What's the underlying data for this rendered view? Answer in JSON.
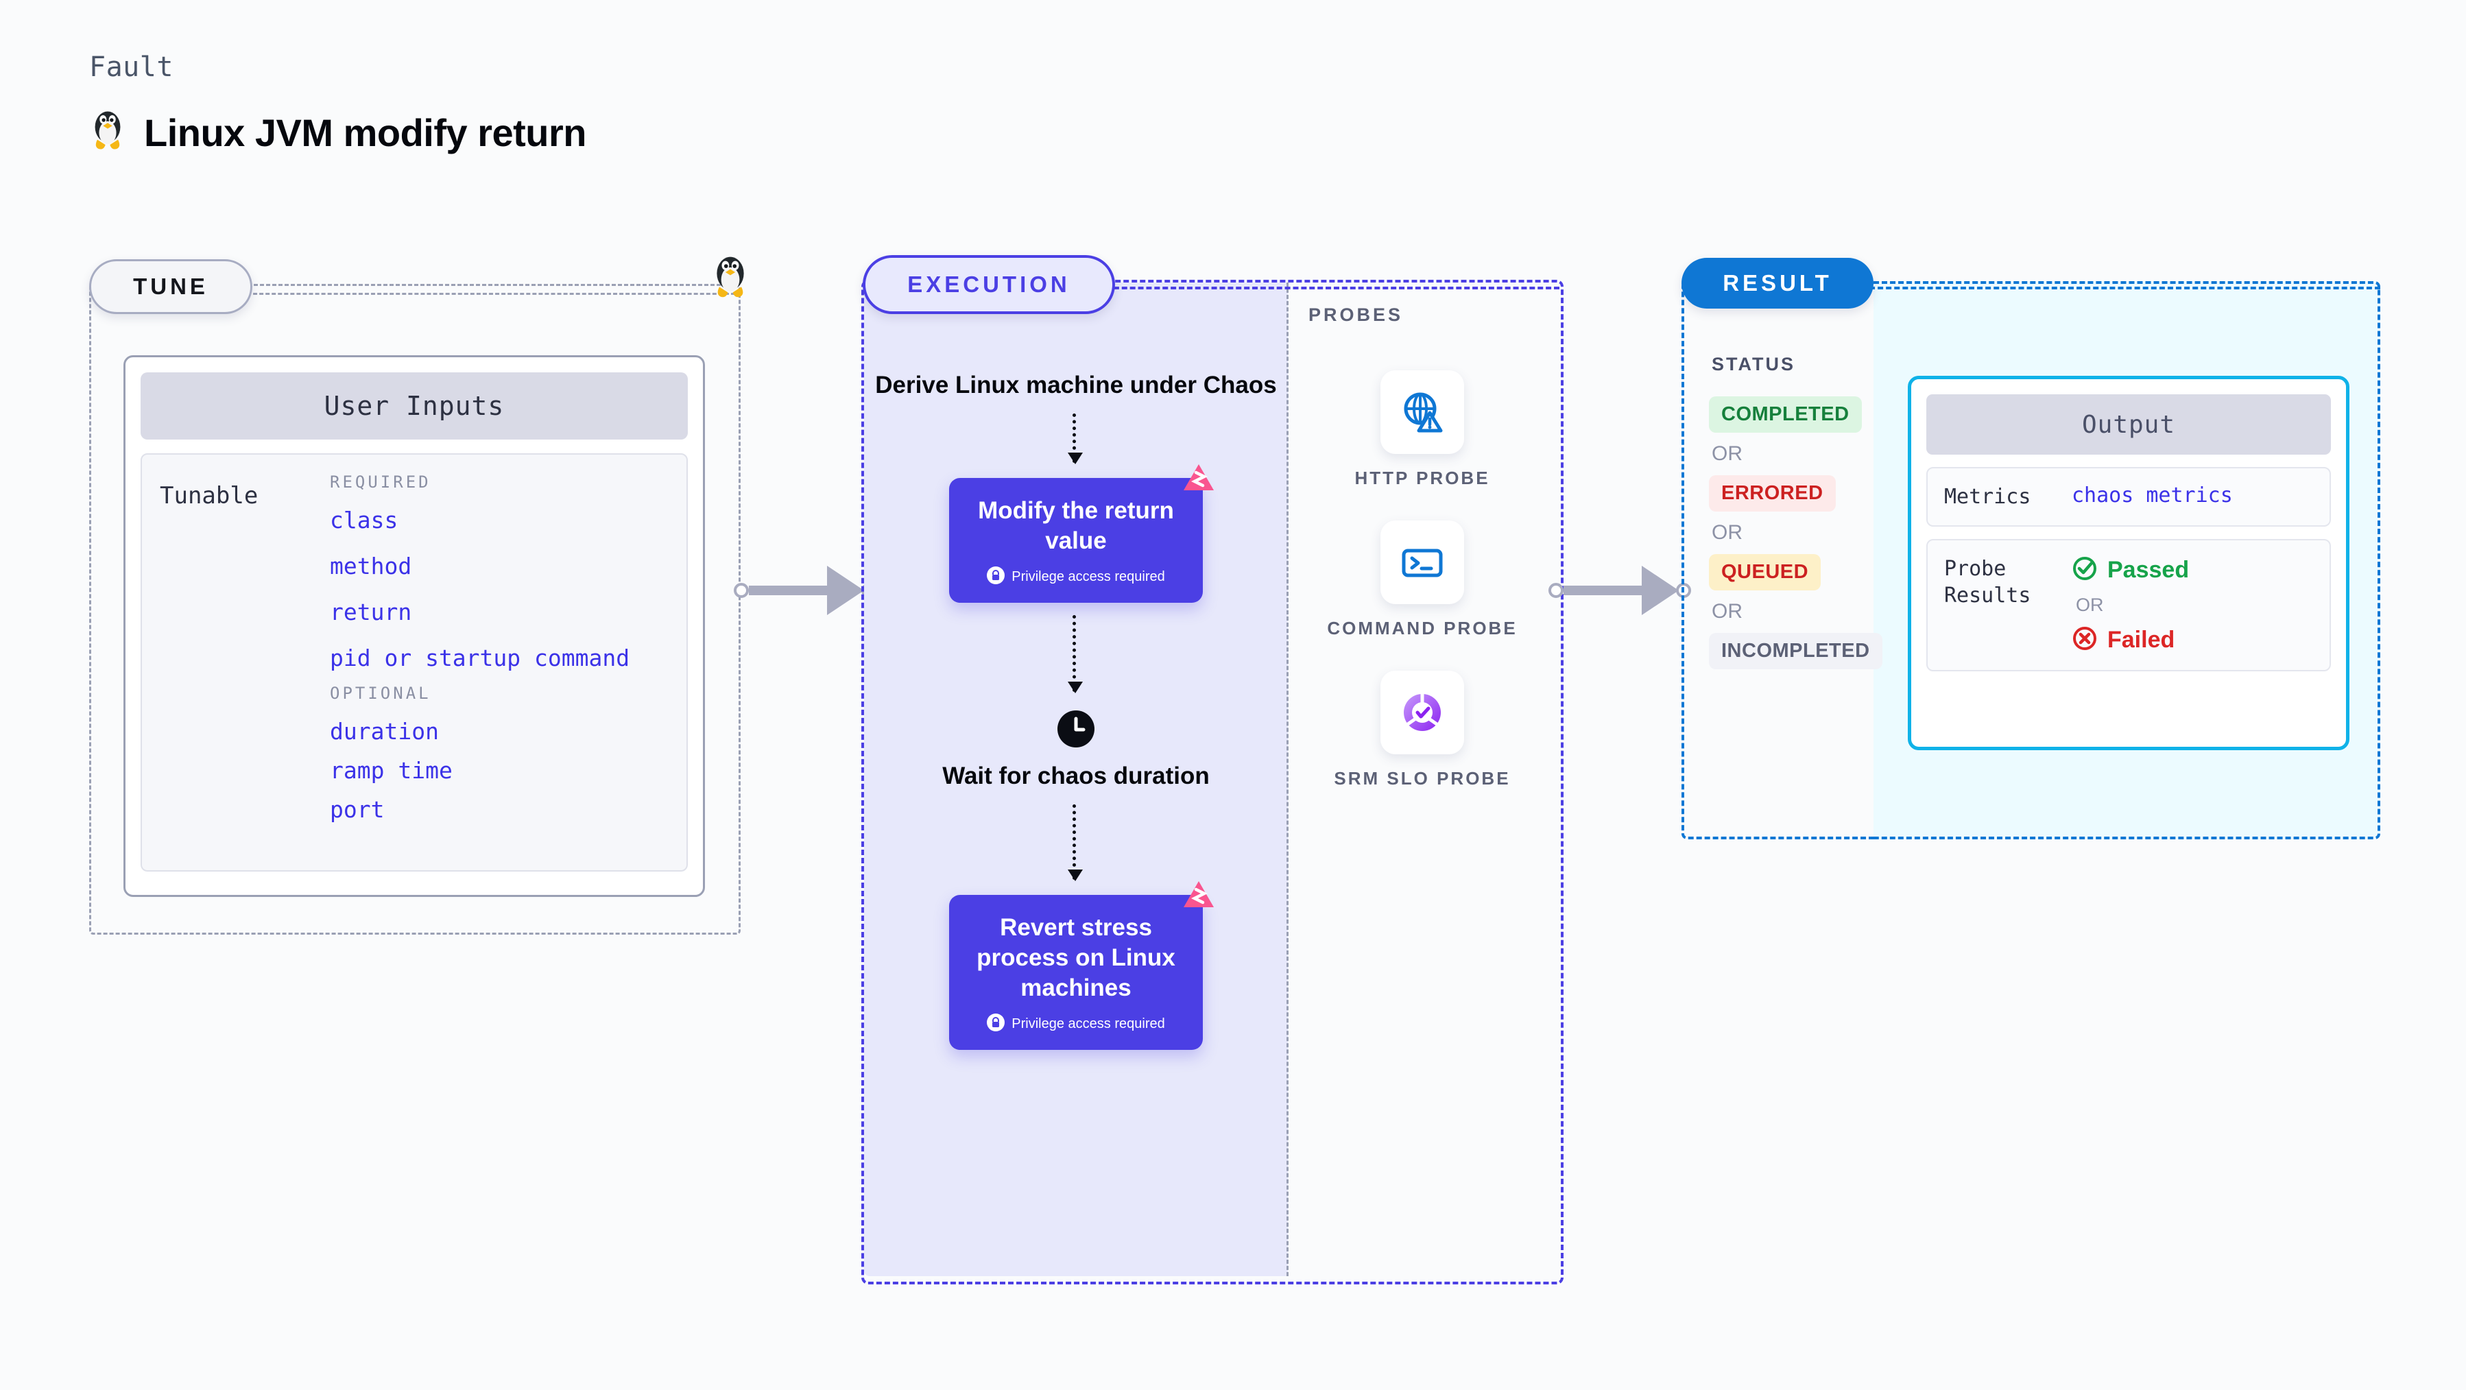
{
  "header": {
    "kicker": "Fault",
    "title": "Linux JVM modify return",
    "icon": "linux-tux-icon"
  },
  "tune": {
    "pill_label": "TUNE",
    "marker_icon": "linux-tux-icon",
    "card": {
      "header": "User Inputs",
      "row_label": "Tunable",
      "groups": [
        {
          "label": "REQUIRED",
          "items": [
            "class",
            "method",
            "return",
            "pid or startup command"
          ]
        },
        {
          "label": "OPTIONAL",
          "items": [
            "duration",
            "ramp time",
            "port"
          ]
        }
      ]
    }
  },
  "execution": {
    "pill_label": "EXECUTION",
    "steps": [
      {
        "type": "text",
        "label": "Derive Linux machine under Chaos"
      },
      {
        "type": "card",
        "label": "Modify the return value",
        "note": "Privilege access required",
        "note_icon": "lock-icon",
        "badge_icon": "chaos-badge-icon"
      },
      {
        "type": "wait",
        "icon": "clock-icon",
        "label": "Wait for chaos duration"
      },
      {
        "type": "card",
        "label": "Revert stress process on Linux machines",
        "note": "Privilege access required",
        "note_icon": "lock-icon",
        "badge_icon": "chaos-badge-icon"
      }
    ]
  },
  "probes": {
    "label": "PROBES",
    "items": [
      {
        "name": "HTTP PROBE",
        "icon": "globe-warning-icon"
      },
      {
        "name": "COMMAND PROBE",
        "icon": "terminal-icon"
      },
      {
        "name": "SRM SLO PROBE",
        "icon": "slo-gauge-check-icon"
      }
    ]
  },
  "result": {
    "pill_label": "RESULT",
    "status_label": "STATUS",
    "or_label": "OR",
    "statuses": [
      {
        "label": "COMPLETED",
        "bg": "#dcf5e2",
        "fg": "#16803c"
      },
      {
        "label": "ERRORED",
        "bg": "#fdeaea",
        "fg": "#cc2121"
      },
      {
        "label": "QUEUED",
        "bg": "#fdf0c8",
        "fg": "#cc2121"
      },
      {
        "label": "INCOMPLETED",
        "bg": "#f1f2f7",
        "fg": "#5c6176"
      }
    ]
  },
  "output": {
    "header": "Output",
    "metrics_key": "Metrics",
    "metrics_value": "chaos metrics",
    "probe_key": "Probe\nResults",
    "or_label": "OR",
    "passed_label": "Passed",
    "passed_icon": "check-circle-icon",
    "failed_label": "Failed",
    "failed_icon": "x-circle-icon"
  },
  "connectors": {
    "arrow_1": "tune-to-execution-arrow",
    "arrow_2": "probes-to-result-arrow"
  },
  "colors": {
    "purple": "#4b3fe4",
    "blue": "#0f77d4",
    "cyan": "#0fb2e8",
    "pink": "#f9558f",
    "green": "#16a34a",
    "red": "#dc2626"
  }
}
